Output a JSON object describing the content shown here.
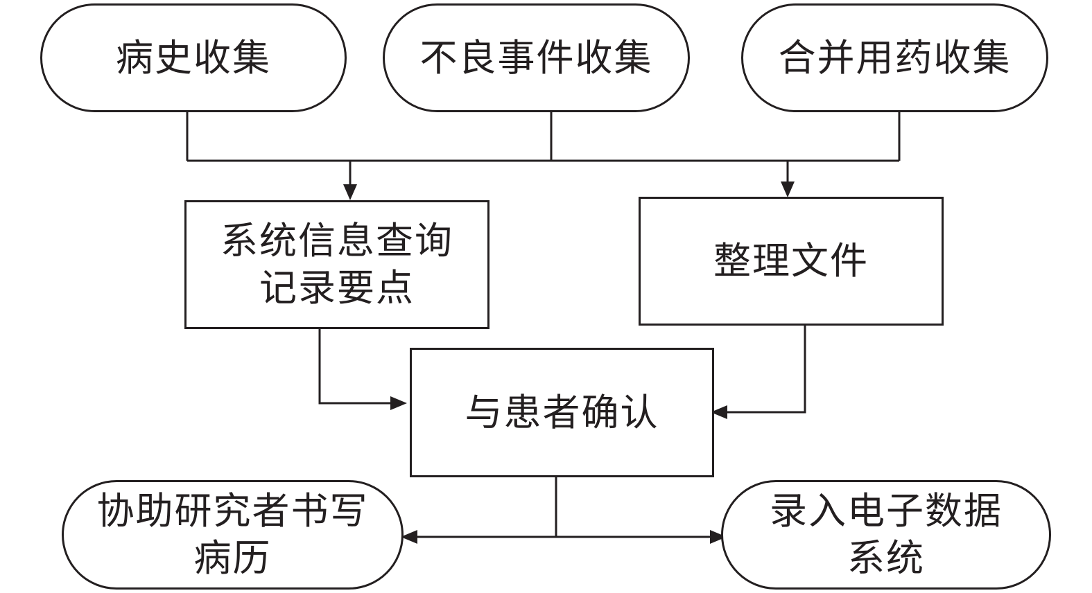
{
  "nodes": {
    "history": {
      "label": "病史收集"
    },
    "adverse": {
      "label": "不良事件收集"
    },
    "medication": {
      "label": "合并用药收集"
    },
    "query": {
      "line1": "系统信息查询",
      "line2": "记录要点"
    },
    "organize": {
      "label": "整理文件"
    },
    "confirm": {
      "label": "与患者确认"
    },
    "assist": {
      "line1": "协助研究者书写",
      "line2": "病历"
    },
    "entry": {
      "line1": "录入电子数据",
      "line2": "系统"
    }
  },
  "colors": {
    "stroke": "#231f20",
    "background": "#ffffff"
  }
}
